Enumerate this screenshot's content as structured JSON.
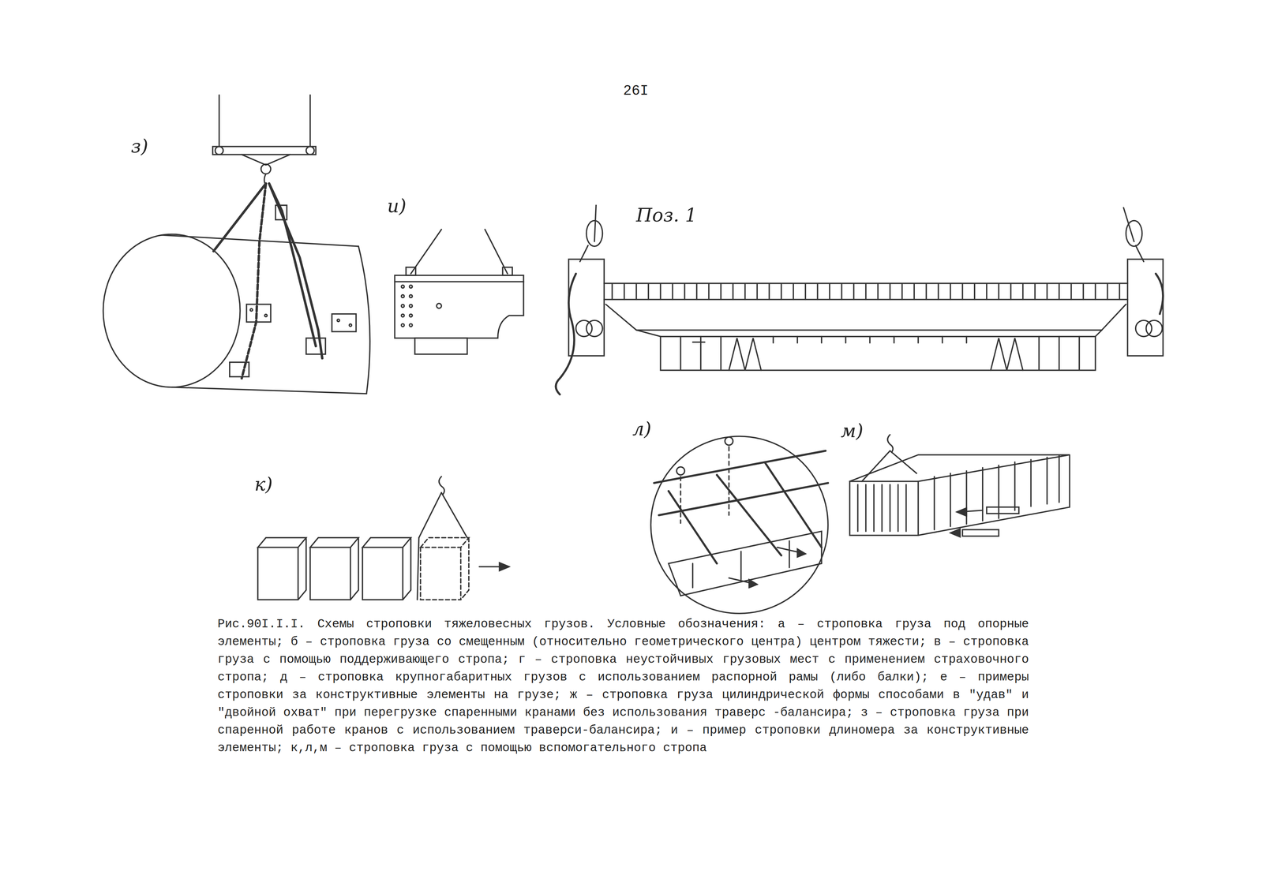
{
  "diagram": {
    "caption": "Рис.90I.I.I. Схемы строповки тяжеловесных грузов. Условные обозначения: а – строповка груза под опорные элементы; б – строповка груза со смещенным (относительно геометрического центра) центром тяжести; в – строповка груза с помощью поддерживающего стропа; г – строповка неустойчивых грузовых мест с применением страховочного стропа; д – строповка крупногабаритных грузов с использованием распорной рамы (либо балки); е – примеры строповки за конструктивные элементы на грузе; ж – строповка груза цилиндрической формы способами в \"удав\" и \"двойной охват\" при перегрузке спаренными кранами без использования траверс -балансира; з – строповка груза при спаренной работе кранов с использованием траверси-балансира; и – пример строповки длиномера за конструктивные элементы; к,л,м – строповка груза с помощью вспомогательного стропа",
    "labels": [
      "26I",
      "з)",
      "и)",
      "Поз. 1",
      "к)",
      "л)",
      "м)"
    ]
  }
}
